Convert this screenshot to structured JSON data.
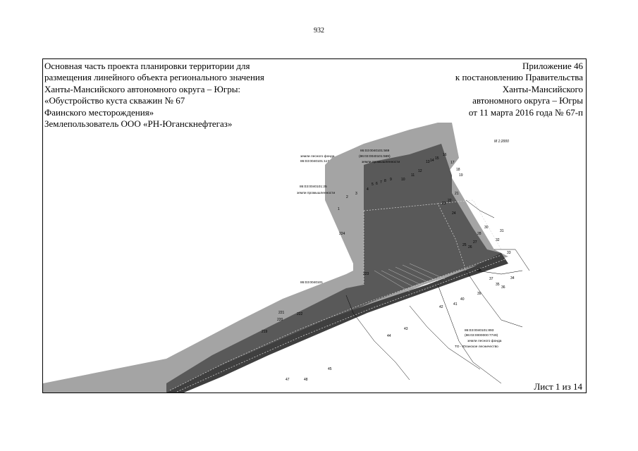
{
  "page_number": "932",
  "header_left": [
    "Основная часть проекта планировки территории для",
    "размещения линейного объекта регионального значения",
    "Ханты-Мансийского автономного округа  –  Югры:",
    "«Обустройство куста скважин № 67",
    "Фаинского месторождения»",
    "Землепользователь ООО «РН-Юганскнефтегаз»"
  ],
  "header_right": [
    "Приложение 46",
    "к постановлению Правительства",
    "Ханты-Мансийского",
    "автономного округа  –  Югры",
    "от 11 марта 2016 года № 67-п"
  ],
  "drawing": {
    "scale": "М 1:2000",
    "labels": {
      "forest_fund_top": "земли лесного фонда",
      "parcel_117": "86:03:0040101:117",
      "parcel_569": "86:03:0040101:569",
      "parcel_569_alt": "(86:03:0040101:569)",
      "industry_land_1": "земли промышленности",
      "parcel_25": "86:03:0040101:25",
      "industry_land_2": "земли промышленности",
      "parcel_block": "86:03:0040101",
      "parcel_893": "86:03:0040101:893",
      "parcel_7749": "(86:03:0000000:7749)",
      "forest_fund_bottom": "земли лесного фонда",
      "forestry": "ТО - Юганское лесничество"
    },
    "points": [
      "1",
      "2",
      "3",
      "4",
      "5",
      "6",
      "7",
      "8",
      "9",
      "10",
      "11",
      "12",
      "13",
      "14",
      "15",
      "16",
      "17",
      "18",
      "19",
      "21",
      "22",
      "23",
      "24",
      "25",
      "26",
      "27",
      "28",
      "30",
      "31",
      "32",
      "33",
      "34",
      "35",
      "36",
      "37",
      "38",
      "39",
      "40",
      "41",
      "42",
      "43",
      "44",
      "45",
      "47",
      "48",
      "219",
      "220",
      "221",
      "222",
      "223",
      "224"
    ]
  },
  "sheet_label": "Лист 1 из 14"
}
